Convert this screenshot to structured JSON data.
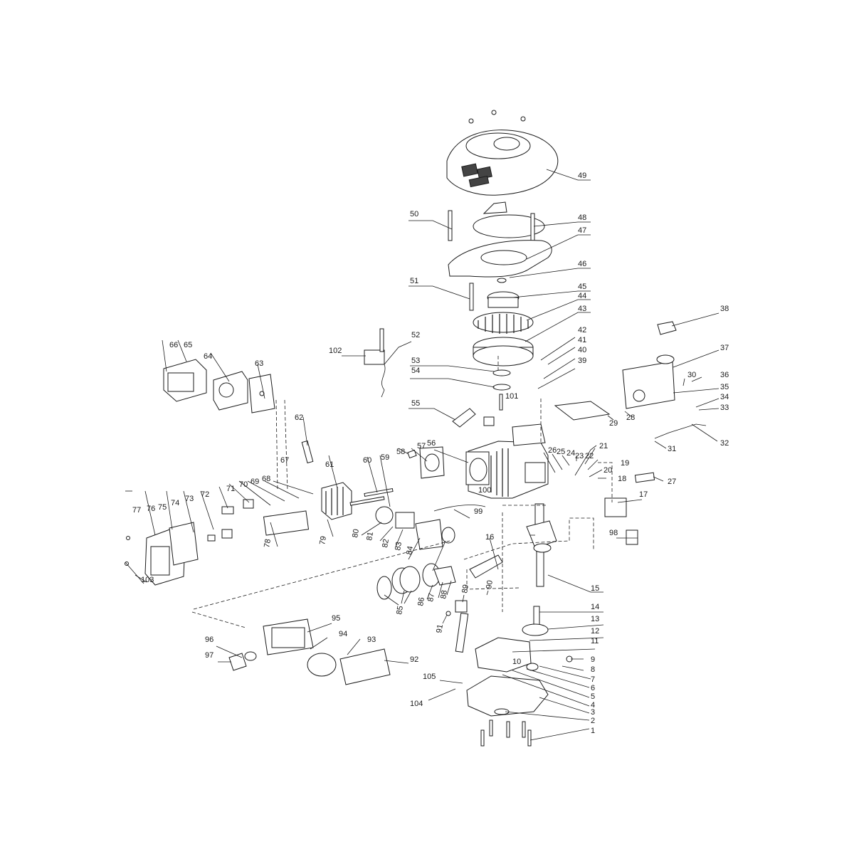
{
  "diagram": {
    "labels": [
      "1",
      "2",
      "3",
      "4",
      "5",
      "6",
      "7",
      "8",
      "9",
      "10",
      "11",
      "12",
      "13",
      "14",
      "15",
      "16",
      "17",
      "18",
      "19",
      "20",
      "21",
      "22",
      "23",
      "24",
      "25",
      "26",
      "27",
      "28",
      "29",
      "30",
      "31",
      "32",
      "33",
      "34",
      "35",
      "36",
      "37",
      "38",
      "39",
      "40",
      "41",
      "42",
      "43",
      "44",
      "45",
      "46",
      "47",
      "48",
      "49",
      "50",
      "51",
      "52",
      "53",
      "54",
      "55",
      "56",
      "57",
      "58",
      "59",
      "60",
      "61",
      "62",
      "63",
      "64",
      "65",
      "66",
      "67",
      "68",
      "69",
      "70",
      "71",
      "72",
      "73",
      "74",
      "75",
      "76",
      "77",
      "78",
      "79",
      "80",
      "81",
      "82",
      "83",
      "84",
      "85",
      "86",
      "87",
      "88",
      "89",
      "90",
      "91",
      "92",
      "93",
      "94",
      "95",
      "96",
      "97",
      "98",
      "99",
      "100",
      "101",
      "102",
      "103",
      "104",
      "105"
    ],
    "colors": {
      "line": "#1a1a1a",
      "background": "#ffffff",
      "shade": "#444444"
    }
  }
}
